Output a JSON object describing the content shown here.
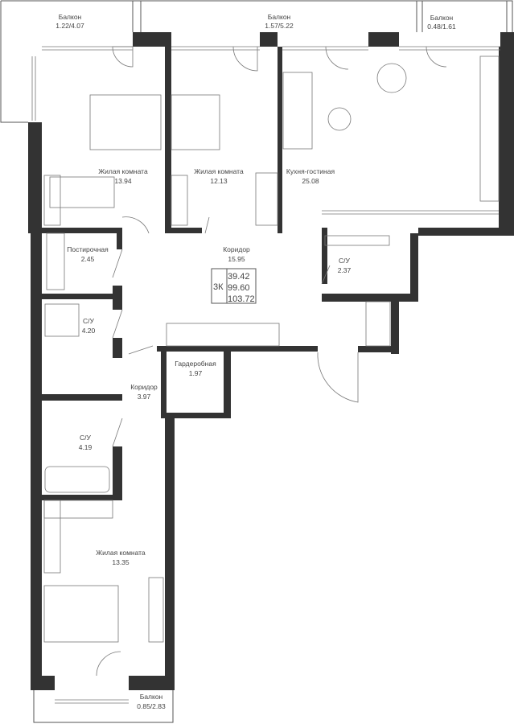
{
  "rooms": [
    {
      "name": "Балкон",
      "area": "1.22/4.07"
    },
    {
      "name": "Балкон",
      "area": "1.57/5.22"
    },
    {
      "name": "Балкон",
      "area": "0.48/1.61"
    },
    {
      "name": "Жилая комната",
      "area": "13.94"
    },
    {
      "name": "Жилая комната",
      "area": "12.13"
    },
    {
      "name": "Кухня-гостиная",
      "area": "25.08"
    },
    {
      "name": "Постирочная",
      "area": "2.45"
    },
    {
      "name": "Коридор",
      "area": "15.95"
    },
    {
      "name": "С/У",
      "area": "2.37"
    },
    {
      "name": "С/У",
      "area": "4.20"
    },
    {
      "name": "Гардеробная",
      "area": "1.97"
    },
    {
      "name": "Коридор",
      "area": "3.97"
    },
    {
      "name": "С/У",
      "area": "4.19"
    },
    {
      "name": "Жилая комната",
      "area": "13.35"
    },
    {
      "name": "Балкон",
      "area": "0.85/2.83"
    }
  ],
  "summary": {
    "type": "3К",
    "living_area": "39.42",
    "total_area": "99.60",
    "total_with_balconies": "103.72"
  },
  "colors": {
    "wall": "#333333",
    "line": "#555555"
  }
}
